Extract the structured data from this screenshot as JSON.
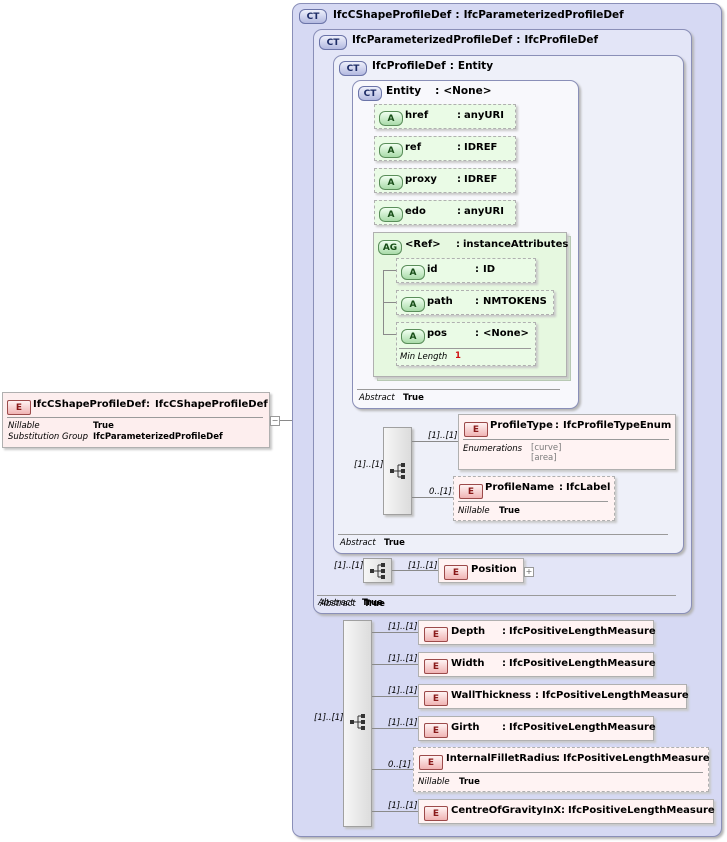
{
  "root": {
    "badge": "E",
    "name": "IfcCShapeProfileDef",
    "type": "IfcCShapeProfileDef",
    "props": [
      {
        "key": "Nillable",
        "value": "True"
      },
      {
        "key": "Substitution Group",
        "value": "IfcParameterizedProfileDef"
      }
    ]
  },
  "ct1": {
    "badge": "CT",
    "name": "IfcCShapeProfileDef",
    "type": "IfcParameterizedProfileDef",
    "abstract_key": "Abstract",
    "abstract_value": "True"
  },
  "ct2": {
    "badge": "CT",
    "name": "IfcParameterizedProfileDef",
    "type": "IfcProfileDef",
    "abstract_key": "Abstract",
    "abstract_value": "True"
  },
  "ct3": {
    "badge": "CT",
    "name": "IfcProfileDef",
    "type": "Entity",
    "abstract_key": "Abstract",
    "abstract_value": "True"
  },
  "ct4": {
    "badge": "CT",
    "name": "Entity",
    "type": "<None>",
    "abstract_key": "Abstract",
    "abstract_value": "True"
  },
  "attrs": [
    {
      "badge": "A",
      "name": "href",
      "type": "anyURI"
    },
    {
      "badge": "A",
      "name": "ref",
      "type": "IDREF"
    },
    {
      "badge": "A",
      "name": "proxy",
      "type": "IDREF"
    },
    {
      "badge": "A",
      "name": "edo",
      "type": "anyURI"
    }
  ],
  "ag": {
    "badge": "AG",
    "name": "<Ref>",
    "type": "instanceAttributes",
    "attrs": [
      {
        "badge": "A",
        "name": "id",
        "type": "ID"
      },
      {
        "badge": "A",
        "name": "path",
        "type": "NMTOKENS"
      },
      {
        "badge": "A",
        "name": "pos",
        "type": "<None>",
        "min_length_key": "Min Length",
        "min_length_value": "1"
      }
    ]
  },
  "profile_type": {
    "badge": "E",
    "name": "ProfileType",
    "type": "IfcProfileTypeEnum",
    "enum_key": "Enumerations",
    "enums": [
      "[curve]",
      "[area]"
    ],
    "card": "[1]..[1]"
  },
  "profile_name": {
    "badge": "E",
    "name": "ProfileName",
    "type": "IfcLabel",
    "nillable_key": "Nillable",
    "nillable_value": "True",
    "card": "0..[1]"
  },
  "profile_seq_card": "[1]..[1]",
  "position": {
    "badge": "E",
    "name": "Position",
    "card": "[1]..[1]",
    "seq_card": "[1]..[1]"
  },
  "outer_seq_card": "[1]..[1]",
  "members": [
    {
      "badge": "E",
      "name": "Depth",
      "type": "IfcPositiveLengthMeasure",
      "card": "[1]..[1]"
    },
    {
      "badge": "E",
      "name": "Width",
      "type": "IfcPositiveLengthMeasure",
      "card": "[1]..[1]"
    },
    {
      "badge": "E",
      "name": "WallThickness",
      "type": "IfcPositiveLengthMeasure",
      "card": "[1]..[1]"
    },
    {
      "badge": "E",
      "name": "Girth",
      "type": "IfcPositiveLengthMeasure",
      "card": "[1]..[1]"
    },
    {
      "badge": "E",
      "name": "InternalFilletRadius",
      "type": "IfcPositiveLengthMeasure",
      "card": "0..[1]",
      "nillable_key": "Nillable",
      "nillable_value": "True"
    },
    {
      "badge": "E",
      "name": "CentreOfGravityInX",
      "type": "IfcPositiveLengthMeasure",
      "card": "[1]..[1]"
    }
  ],
  "separator": ":"
}
